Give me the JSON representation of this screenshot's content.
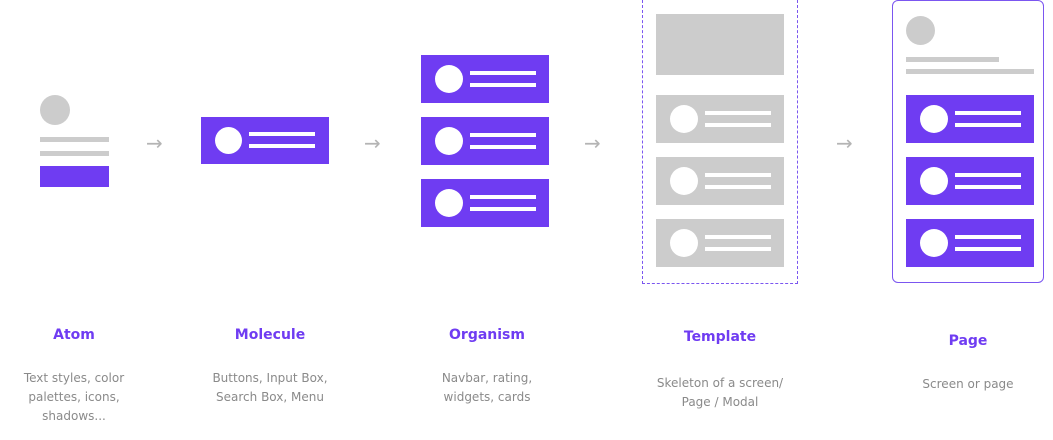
{
  "arrow_glyph": "→",
  "stages": [
    {
      "title": "Atom",
      "description": [
        "Text styles, color",
        "palettes, icons,",
        "shadows..."
      ]
    },
    {
      "title": "Molecule",
      "description": [
        "Buttons, Input Box,",
        "Search Box, Menu"
      ]
    },
    {
      "title": "Organism",
      "description": [
        "Navbar, rating,",
        "widgets, cards"
      ]
    },
    {
      "title": "Template",
      "description": [
        "Skeleton of a screen/",
        "Page / Modal"
      ]
    },
    {
      "title": "Page",
      "description": [
        "Screen or page"
      ]
    }
  ],
  "colors": {
    "accent": "#6f3cf2",
    "placeholder": "#cccccc",
    "text_muted": "#8a8a8a"
  }
}
